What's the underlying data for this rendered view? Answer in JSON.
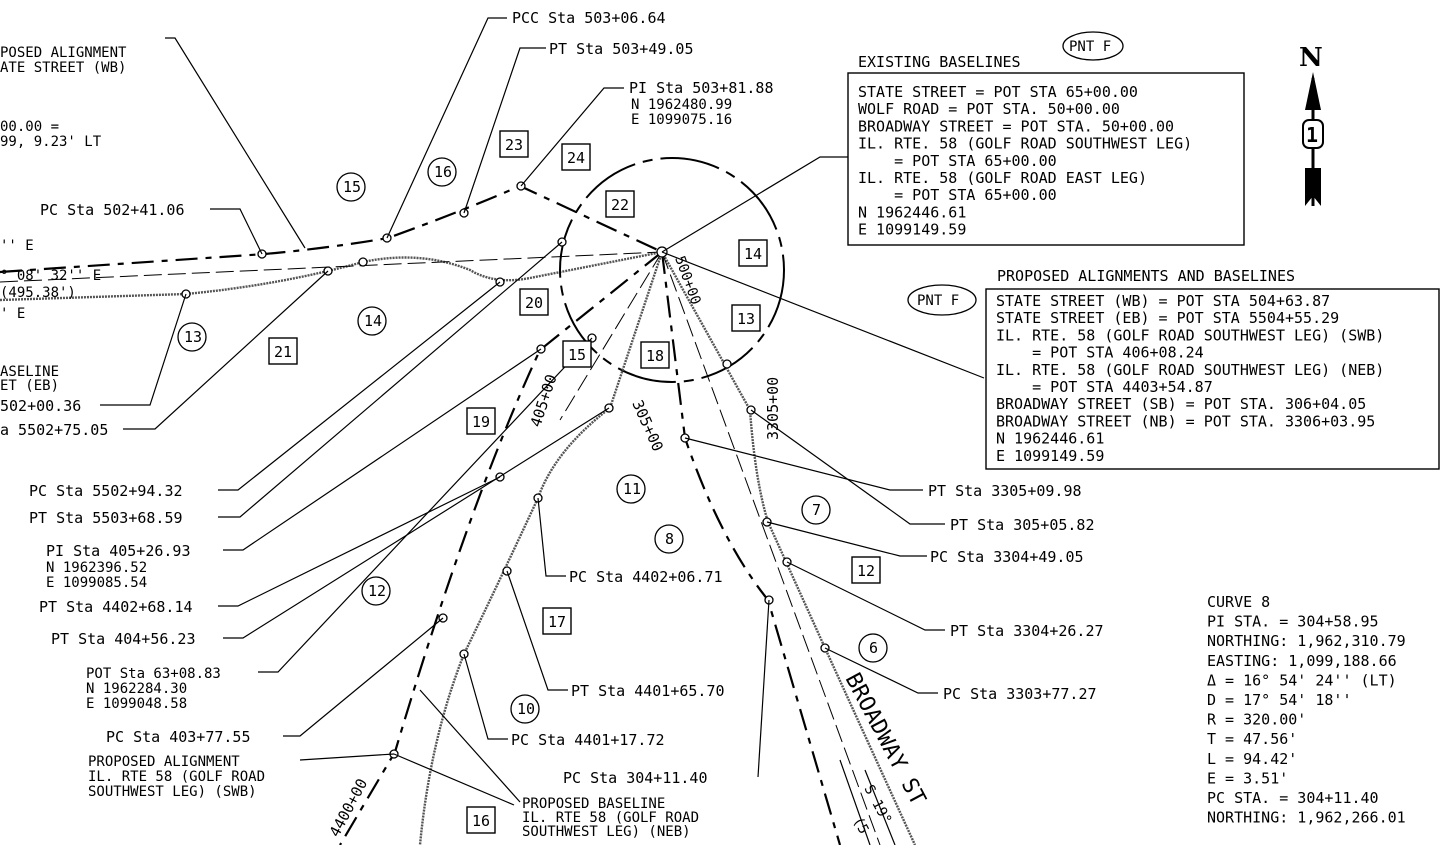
{
  "leaders": [
    {
      "text": "PCC Sta 503+06.64"
    },
    {
      "text": "PT Sta 503+49.05"
    },
    {
      "text": "PC Sta 502+41.06"
    },
    {
      "text": "PC Sta 5502+94.32"
    },
    {
      "text": "PT Sta 5503+68.59"
    },
    {
      "text": "PT Sta 4402+68.14"
    },
    {
      "text": "PT Sta 404+56.23"
    },
    {
      "text": "PC Sta 403+77.55"
    },
    {
      "text": "PC Sta 4402+06.71"
    },
    {
      "text": "PT Sta 4401+65.70"
    },
    {
      "text": "PC Sta 4401+17.72"
    },
    {
      "text": "PC Sta 304+11.40"
    },
    {
      "text": "PT Sta 3305+09.98"
    },
    {
      "text": "PT Sta 305+05.82"
    },
    {
      "text": "PC Sta 3304+49.05"
    },
    {
      "text": "PT Sta 3304+26.27"
    },
    {
      "text": "PC Sta 3303+77.27"
    }
  ],
  "pi_503": {
    "l1": "PI  Sta 503+81.88",
    "l2": "N 1962480.99",
    "l3": "E 1099075.16"
  },
  "pi_405": {
    "l1": "PI  Sta 405+26.93",
    "l2": "N 1962396.52",
    "l3": "E 1099085.54"
  },
  "pot_63": {
    "l1": "POT Sta 63+08.83",
    "l2": "N 1962284.30",
    "l3": "E 1099048.58"
  },
  "left_cut": {
    "align_l1": "POSED ALIGNMENT",
    "align_l2": "ATE STREET (WB)",
    "sta_l1": "00.00 =",
    "sta_l2": "99, 9.23' LT",
    "bear1": "'' E",
    "bear2": "° 08' 32'' E",
    "bear3": "(495.38')",
    "bear4": "' E",
    "base_l1": "ASELINE",
    "base_l2": "ET (EB)",
    "sta5502": "502+00.36",
    "sta5502b": "a 5502+75.05"
  },
  "proposed_alignment_swb": {
    "l1": "PROPOSED ALIGNMENT",
    "l2": "IL. RTE 58 (GOLF ROAD",
    "l3": "SOUTHWEST LEG) (SWB)"
  },
  "proposed_baseline_neb": {
    "l1": "PROPOSED BASELINE",
    "l2": "IL. RTE 58 (GOLF ROAD",
    "l3": "SOUTHWEST LEG) (NEB)"
  },
  "stations": {
    "s405": "405+00",
    "s305": "305+00",
    "s3305": "3305+00",
    "s4400": "4400+00",
    "s500": "500+00"
  },
  "road_name": "BROADWAY ST",
  "bearing_partial": {
    "l1": "S 19°",
    "l2": "(5"
  },
  "existing_baselines": {
    "title": "EXISTING BASELINES",
    "pnt": "PNT F",
    "lines": [
      "STATE STREET = POT STA 65+00.00",
      "WOLF ROAD = POT STA. 50+00.00",
      "BROADWAY STREET = POT STA. 50+00.00",
      "IL. RTE. 58 (GOLF ROAD SOUTHWEST LEG)",
      "    = POT STA 65+00.00",
      "IL. RTE. 58 (GOLF ROAD EAST LEG)",
      "    = POT STA 65+00.00",
      "N 1962446.61",
      "E 1099149.59"
    ]
  },
  "proposed_baselines": {
    "title": "PROPOSED ALIGNMENTS AND BASELINES",
    "pnt": "PNT F",
    "lines": [
      "STATE STREET (WB) = POT STA 504+63.87",
      "STATE STREET (EB) = POT STA 5504+55.29",
      "IL. RTE. 58 (GOLF ROAD SOUTHWEST LEG) (SWB)",
      "    = POT STA 406+08.24",
      "IL. RTE. 58 (GOLF ROAD SOUTHWEST LEG) (NEB)",
      "    = POT STA 4403+54.87",
      "BROADWAY STREET (SB) = POT STA. 306+04.05",
      "BROADWAY STREET (NB) = POT STA. 3306+03.95",
      "N 1962446.61",
      "E 1099149.59"
    ]
  },
  "north": {
    "letter": "N",
    "num": "1"
  },
  "curve8": {
    "lines": [
      "CURVE 8",
      "PI STA. = 304+58.95",
      "NORTHING: 1,962,310.79",
      "EASTING: 1,099,188.66",
      "Δ = 16° 54' 24'' (LT)",
      "D = 17° 54' 18''",
      "R = 320.00'",
      "T = 47.56'",
      "L = 94.42'",
      "E = 3.51'",
      "PC STA. = 304+11.40",
      "NORTHING: 1,962,266.01"
    ]
  },
  "circled_numbers": [
    "15",
    "16",
    "13",
    "14",
    "11",
    "8",
    "7",
    "6",
    "12",
    "10"
  ],
  "boxed_numbers": [
    "23",
    "24",
    "22",
    "14",
    "20",
    "21",
    "15",
    "18",
    "13",
    "19",
    "17",
    "12",
    "16"
  ]
}
